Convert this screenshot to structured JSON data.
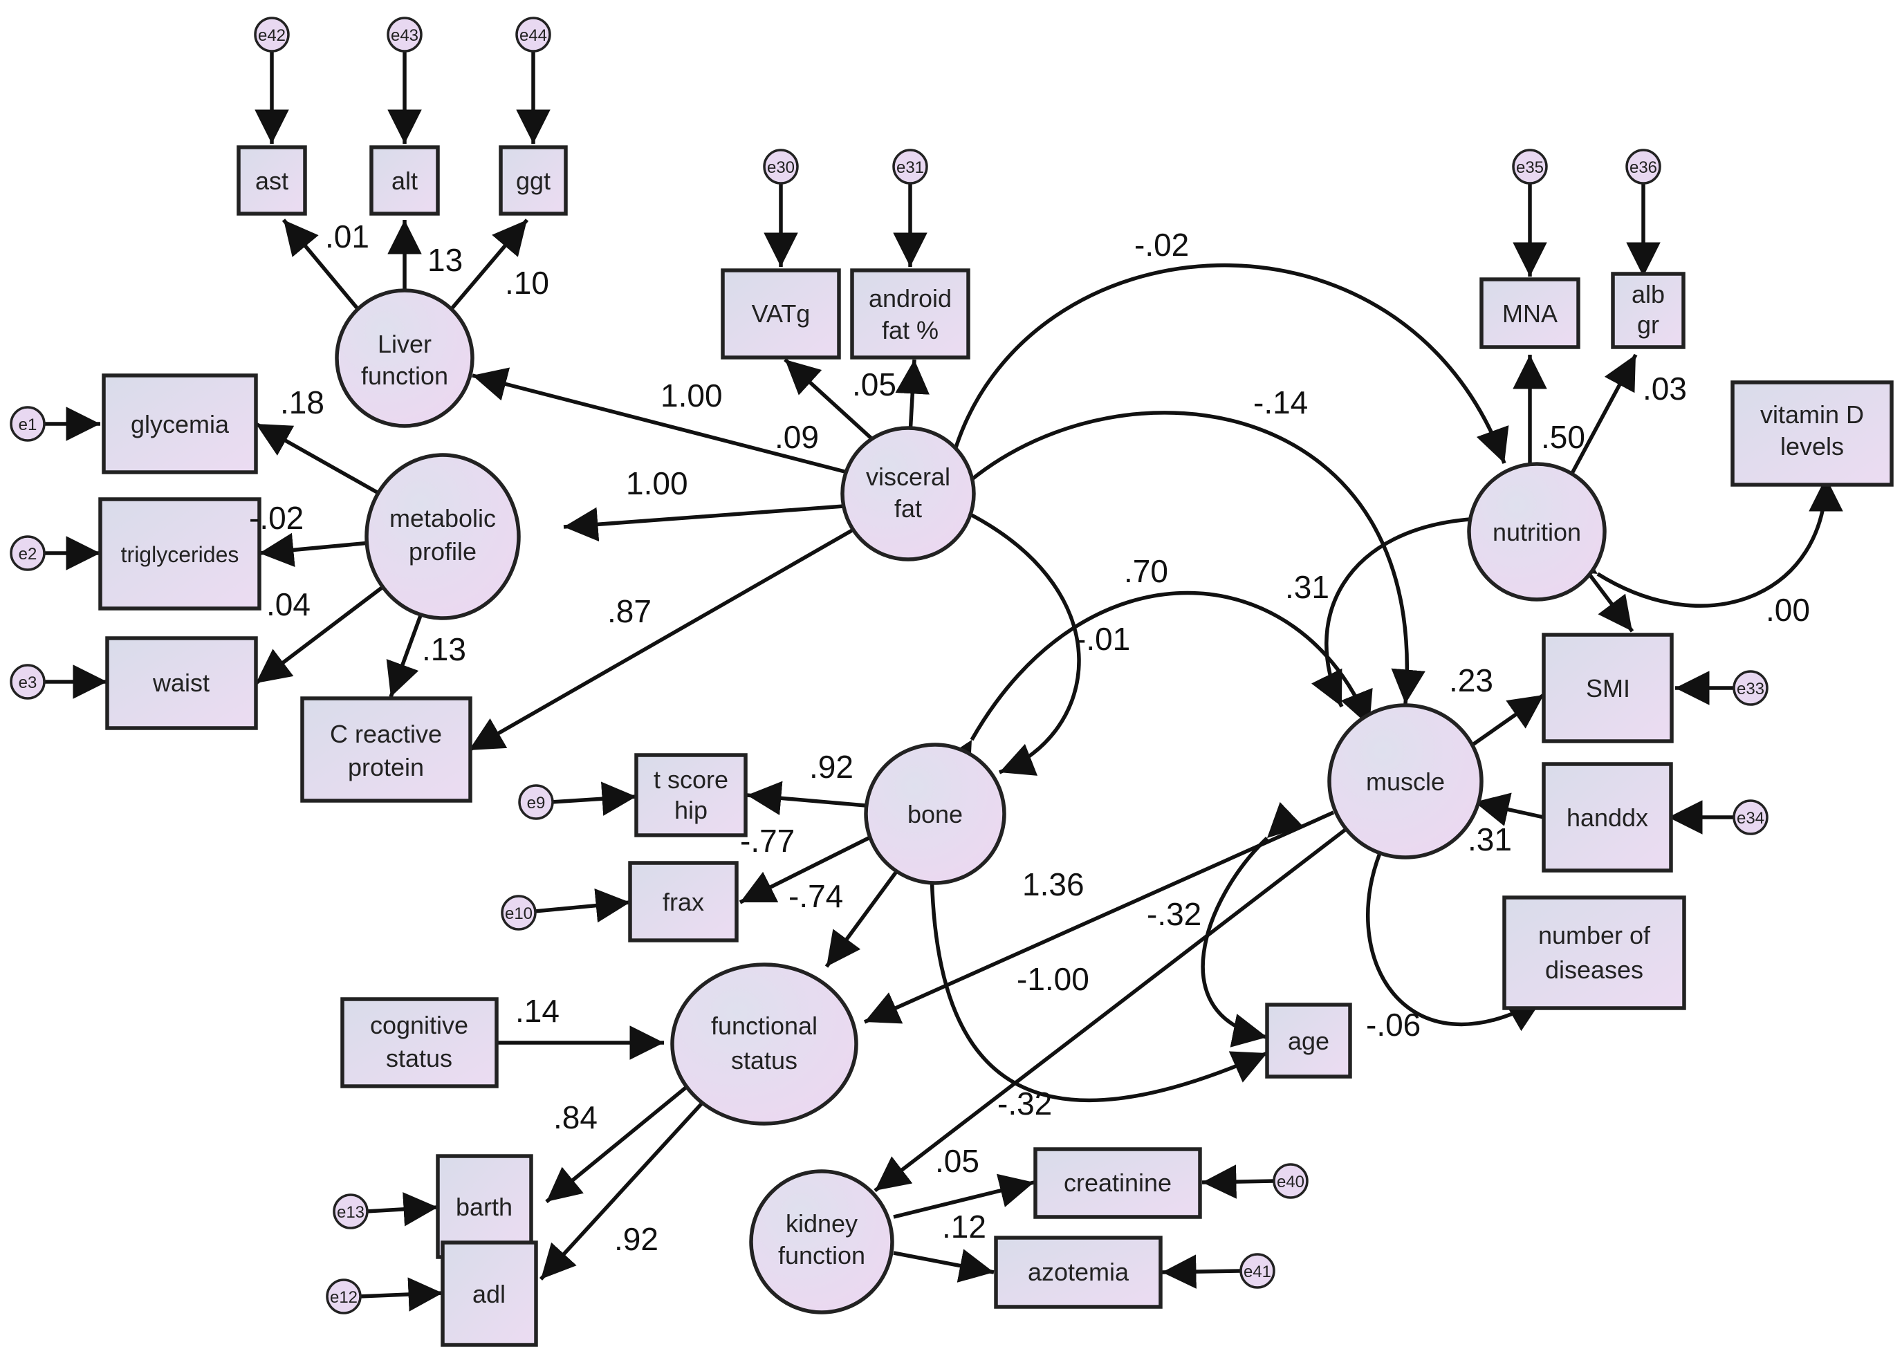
{
  "colors": {
    "box_fill": "#e6e0ef",
    "latent_fill": "#e7daf0",
    "error_fill": "#e8d8f1",
    "stroke": "#222222"
  },
  "latents": {
    "liver_function": [
      "Liver",
      "function"
    ],
    "metabolic_profile": [
      "metabolic",
      "profile"
    ],
    "visceral_fat": [
      "visceral",
      "fat"
    ],
    "nutrition": [
      "nutrition"
    ],
    "muscle": [
      "muscle"
    ],
    "bone": [
      "bone"
    ],
    "functional_status": [
      "functional",
      "status"
    ],
    "kidney_function": [
      "kidney",
      "function"
    ]
  },
  "observed": {
    "ast": [
      "ast"
    ],
    "alt": [
      "alt"
    ],
    "ggt": [
      "ggt"
    ],
    "vatg": [
      "VATg"
    ],
    "android_fat": [
      "android",
      "fat %"
    ],
    "mna": [
      "MNA"
    ],
    "alb": [
      "alb",
      "gr"
    ],
    "vitamin_d": [
      "vitamin D",
      "levels"
    ],
    "glycemia": [
      "glycemia"
    ],
    "triglycerides": [
      "triglycerides"
    ],
    "waist": [
      "waist"
    ],
    "crp": [
      "C reactive",
      "protein"
    ],
    "t_score_hip": [
      "t score",
      "hip"
    ],
    "frax": [
      "frax"
    ],
    "smi": [
      "SMI"
    ],
    "handdx": [
      "handdx"
    ],
    "number_of_diseases": [
      "number of",
      "diseases"
    ],
    "age": [
      "age"
    ],
    "cognitive_status": [
      "cognitive",
      "status"
    ],
    "barth": [
      "barth"
    ],
    "adl": [
      "adl"
    ],
    "creatinine": [
      "creatinine"
    ],
    "azotemia": [
      "azotemia"
    ]
  },
  "errors": {
    "e42": "e42",
    "e43": "e43",
    "e44": "e44",
    "e30": "e30",
    "e31": "e31",
    "e35": "e35",
    "e36": "e36",
    "e33": "e33",
    "e34": "e34",
    "e9": "e9",
    "e10": "e10",
    "e13": "e13",
    "e12": "e12",
    "e40": "e40",
    "e41": "e41",
    "e_glycemia": "e1",
    "e_triglycerides": "e2",
    "e_waist": "e3"
  },
  "coefficients": {
    "ast": ".01",
    "alt": "13",
    "ggt": ".10",
    "vf_liver": "1.00",
    "vf_vatg": ".09",
    "vf_android": ".05",
    "vf_metabolic": "1.00",
    "vf_crp": ".87",
    "glycemia": ".18",
    "triglycerides": "-.02",
    "waist": ".04",
    "crp_metabolic": ".13",
    "vf_nutrition": "-.02",
    "vf_muscle": "-.14",
    "vf_bone": "-.01",
    "mna": ".50",
    "alb": ".03",
    "vitamin_d": ".00",
    "nutrition_muscle": ".31",
    "bone_muscle": ".70",
    "smi": ".23",
    "handdx": ".31",
    "t_score_hip": ".92",
    "frax": "-.77",
    "bone_functional": "-.74",
    "muscle_functional": "1.36",
    "muscle_kidney": "-.32",
    "muscle_age": "-.32",
    "age_diseases": "-.06",
    "bone_age": "-1.00",
    "cognitive": ".14",
    "barth": ".84",
    "adl": ".92",
    "creatinine": ".05",
    "azotemia": ".12"
  }
}
